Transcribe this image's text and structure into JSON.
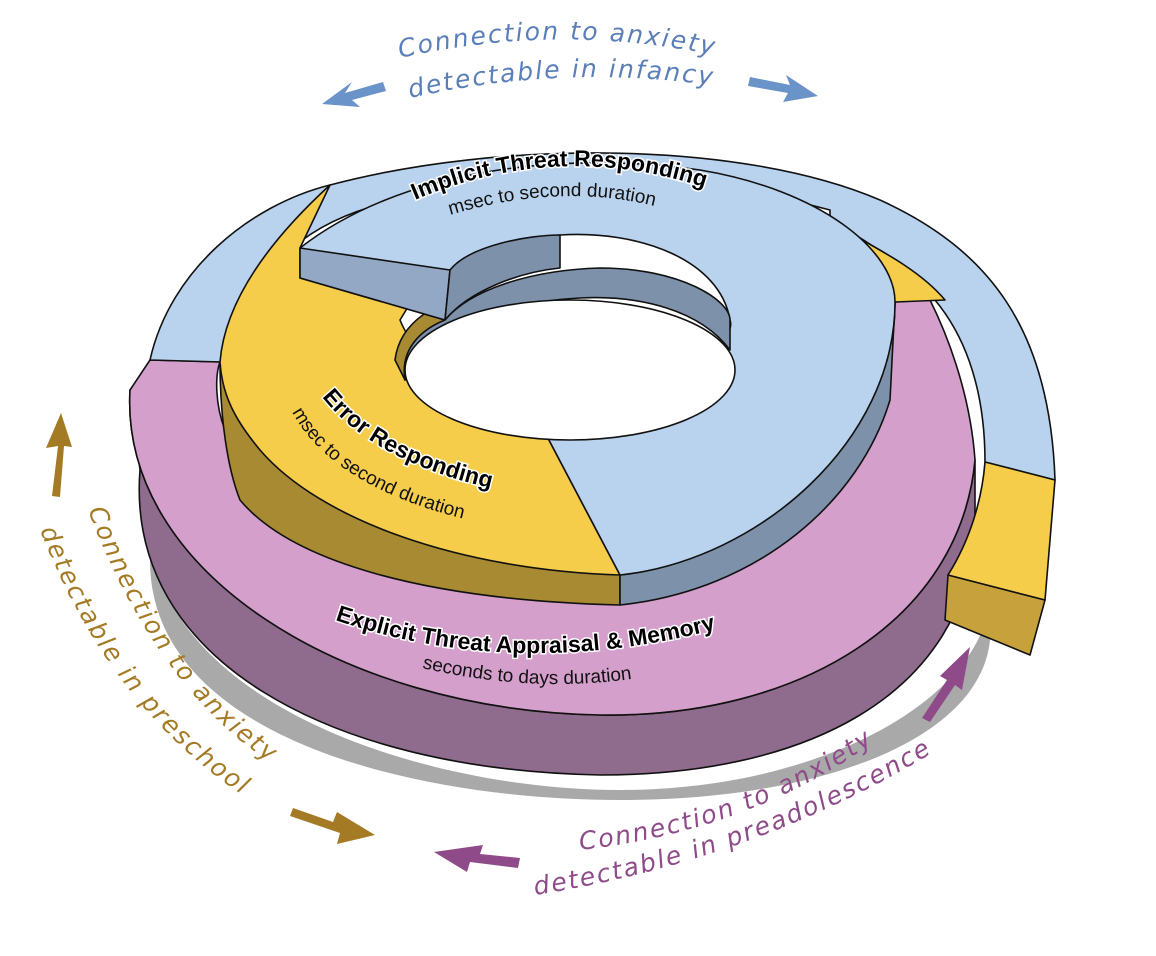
{
  "colors": {
    "implicit_top": "#b9d3ee",
    "implicit_side": "#7e91aa",
    "implicit_side_light": "#93a8c4",
    "error_top": "#f5cd4b",
    "error_side": "#a88a32",
    "error_side_light": "#c7a23c",
    "explicit_top": "#d49fcb",
    "explicit_side": "#8f6b8d",
    "shadow": "#a9a9a9",
    "infancy_arrow": "#6a93c9",
    "infancy_text": "#5a7fb8",
    "preschool": "#a47b24",
    "preadolescence": "#8f4a8a"
  },
  "layers": {
    "implicit": {
      "title": "Implicit Threat Responding",
      "subtitle": "msec to second duration"
    },
    "error": {
      "title": "Error Responding",
      "subtitle": "msec to second duration"
    },
    "explicit": {
      "title": "Explicit Threat Appraisal & Memory",
      "subtitle": "seconds to days duration"
    }
  },
  "connections": {
    "infancy": {
      "line1": "Connection to anxiety",
      "line2": "detectable in infancy"
    },
    "preschool": {
      "line1": "Connection to anxiety",
      "line2": "detectable in preschool"
    },
    "preadolescence": {
      "line1": "Connection to anxiety",
      "line2": "detectable in preadolescence"
    }
  }
}
